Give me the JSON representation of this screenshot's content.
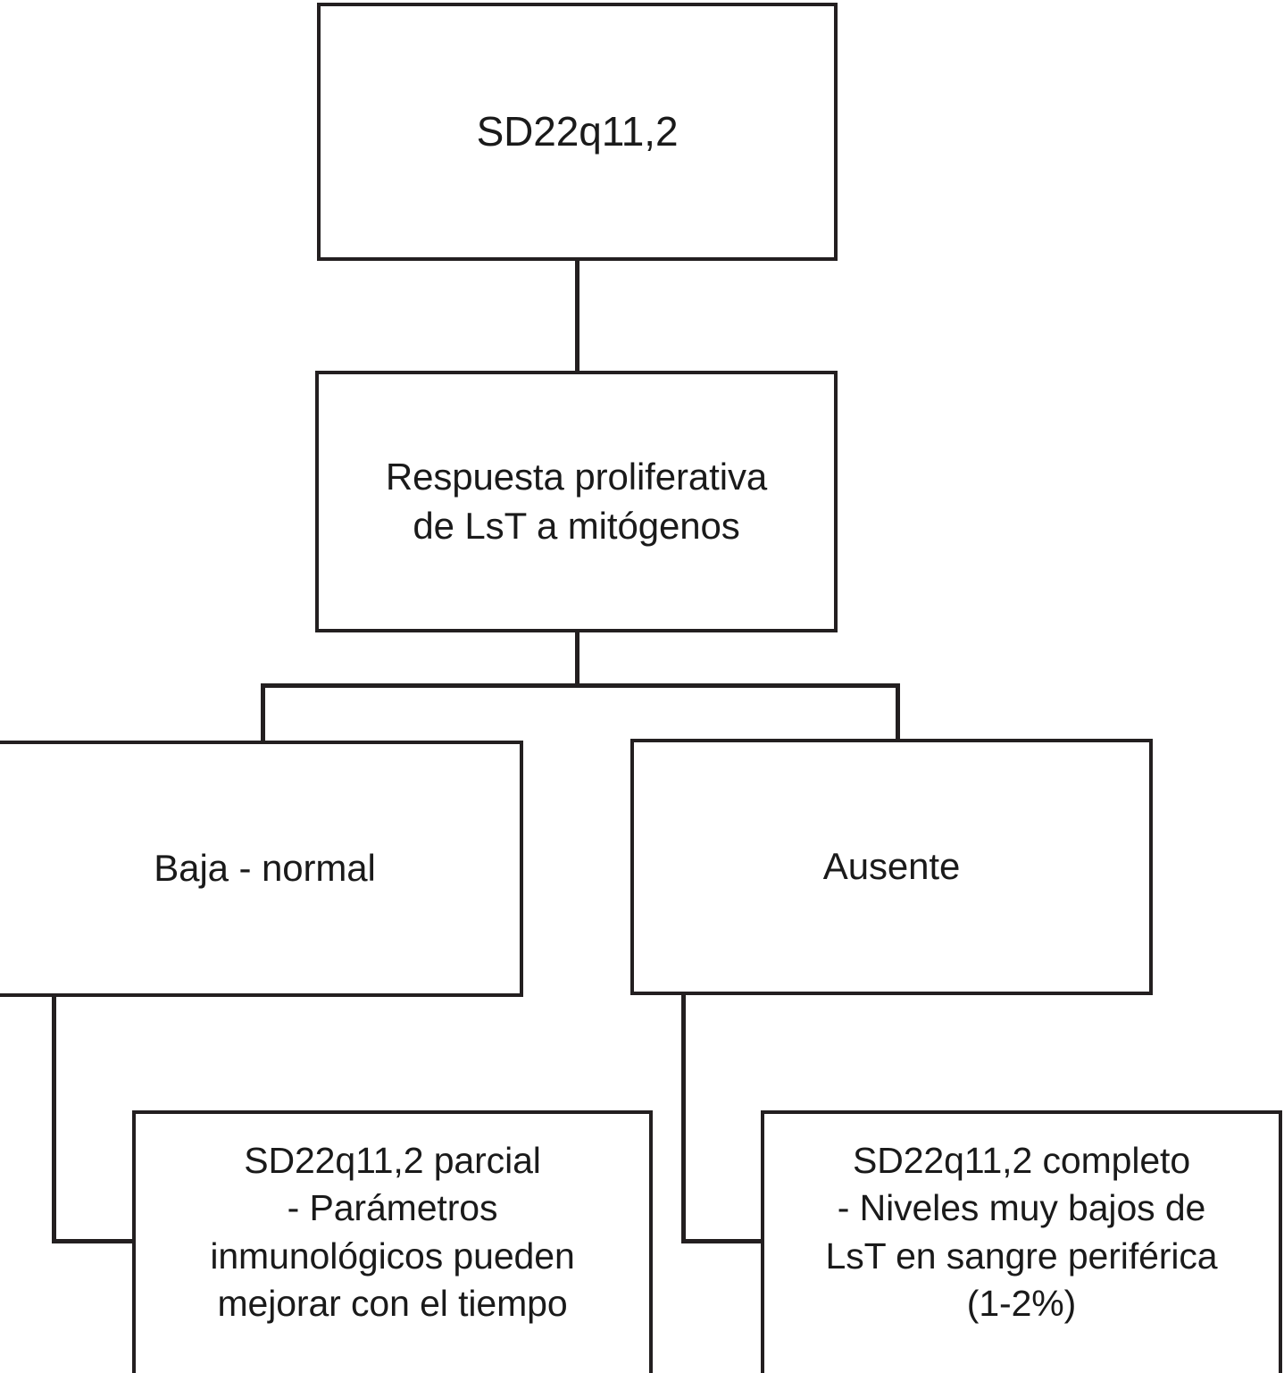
{
  "diagram": {
    "type": "flowchart",
    "orientation": "top-down",
    "language": "es",
    "nodes": {
      "root": {
        "label": "SD22q11,2"
      },
      "response": {
        "label": "Respuesta proliferativa\nde LsT a mitógenos"
      },
      "low_normal": {
        "label": "Baja - normal"
      },
      "absent": {
        "label": "Ausente"
      },
      "partial": {
        "label": "SD22q11,2 parcial\n- Parámetros\ninmunológicos pueden\nmejorar con el tiempo"
      },
      "complete": {
        "label": "SD22q11,2 completo\n- Niveles muy bajos de\nLsT en sangre periférica\n(1-2%)"
      }
    },
    "edges": [
      {
        "from": "root",
        "to": "response",
        "style": "straight"
      },
      {
        "from": "response",
        "to": "low_normal",
        "style": "split"
      },
      {
        "from": "response",
        "to": "absent",
        "style": "split"
      },
      {
        "from": "low_normal",
        "to": "partial",
        "style": "elbow"
      },
      {
        "from": "absent",
        "to": "complete",
        "style": "elbow"
      }
    ],
    "colors": {
      "stroke": "#231f20",
      "fill": "#ffffff",
      "text": "#1a1a1a"
    }
  }
}
